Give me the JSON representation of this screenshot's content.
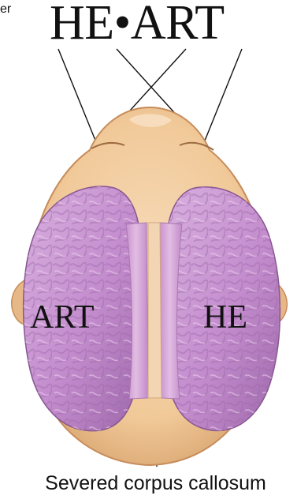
{
  "top_left_fragment": "er",
  "stimulus": {
    "word": "HE•ART"
  },
  "hemispheres": {
    "left_label": "ART",
    "right_label": "HE"
  },
  "caption": "Severed corpus callosum",
  "colors": {
    "skin": "#f3cfa4",
    "skin_shadow": "#e2b383",
    "brain": "#c99ad0",
    "brain_shadow": "#a875b0",
    "corpus_callosum": "#d5a6d8",
    "line": "#111111"
  }
}
